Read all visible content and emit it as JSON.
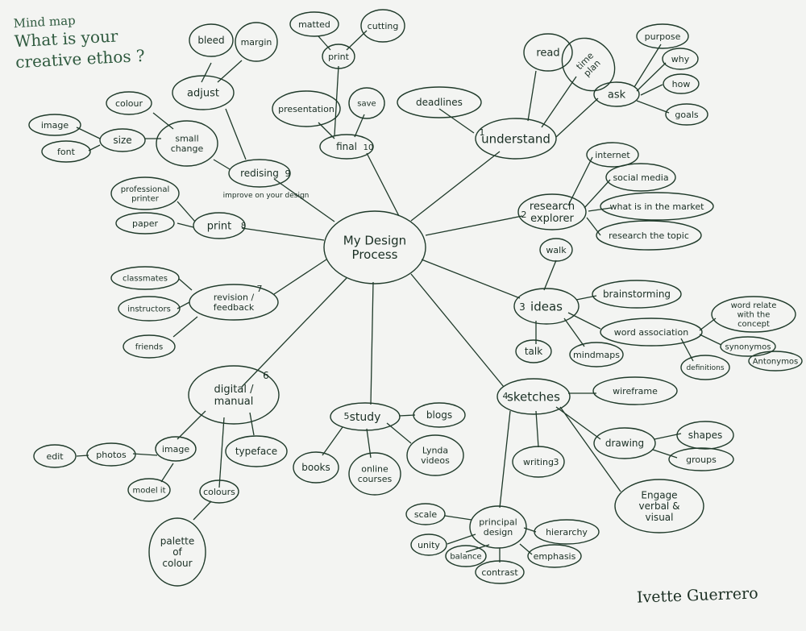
{
  "header": {
    "line1": "Mind map",
    "line2": "What is your",
    "line3": "creative ethos ?"
  },
  "author": "Ivette Guerrero",
  "center": "My Design Process",
  "nodes": {
    "understand": {
      "label": "understand",
      "num": "1"
    },
    "read": "read",
    "time_plan": "time plan",
    "ask": "ask",
    "purpose": "purpose",
    "why": "why",
    "how": "how",
    "goals": "goals",
    "deadlines": "deadlines",
    "research": {
      "label": "research explorer",
      "num": "2"
    },
    "internet": "internet",
    "social_media": "social media",
    "market": "what is in the market",
    "topic": "research the topic",
    "ideas": {
      "label": "ideas",
      "num": "3"
    },
    "walk": "walk",
    "brainstorming": "brainstorming",
    "word_association": "word association",
    "word_relate": "word relate with the concept",
    "synonyms": "synonymos",
    "antonyms": "Antonymos",
    "definitions": "definitions",
    "talk": "talk",
    "mindmaps": "mindmaps",
    "sketches": {
      "label": "sketches",
      "num": "4"
    },
    "wireframe": "wireframe",
    "drawing": "drawing",
    "shapes": "shapes",
    "groups": "groups",
    "engage": "Engage verbal & visual",
    "writing": "writing",
    "writing_num": "3",
    "principal": "principal design",
    "scale": "scale",
    "unity": "unity",
    "balance": "balance",
    "contrast": "contrast",
    "emphasis": "emphasis",
    "hierarchy": "hierarchy",
    "study": {
      "label": "study",
      "num": "5"
    },
    "blogs": "blogs",
    "books": "books",
    "online_courses": "online courses",
    "lynda": "Lynda videos",
    "digital": {
      "label": "digital / manual",
      "num": "6"
    },
    "typeface": "typeface",
    "colours": "colours",
    "palette": "palette of colour",
    "image2": "image",
    "model": "model it",
    "photos": "photos",
    "edit": "edit",
    "revision": {
      "label": "revision / feedback",
      "num": "7"
    },
    "classmates": "classmates",
    "instructors": "instructors",
    "friends": "friends",
    "print": {
      "label": "print",
      "num": "8"
    },
    "professional_printer": "professional printer",
    "paper": "paper",
    "redesign": {
      "label": "redising",
      "num": "9",
      "sub": "improve on your design"
    },
    "small_change": "small change",
    "size": "size",
    "colour": "colour",
    "image": "image",
    "font": "font",
    "adjust": "adjust",
    "bleed": "bleed",
    "margin": "margin",
    "final": {
      "label": "final",
      "num": "10"
    },
    "presentation": "presentation",
    "print2": "print",
    "matted": "matted",
    "cutting": "cutting",
    "save": "save"
  },
  "colors": {
    "ink": "#1f3a2a",
    "paper": "#f3f4f2",
    "header_ink": "#2f5a3f"
  }
}
